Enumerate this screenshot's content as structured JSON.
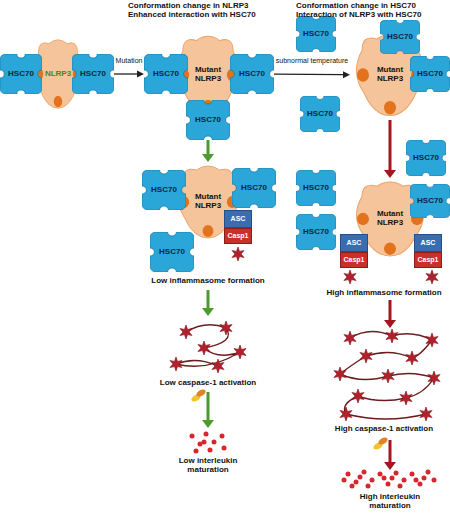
{
  "diagram": {
    "nodes": [
      {
        "text": [
          "HSC70"
        ]
      },
      {
        "text": [
          "NLRP3"
        ]
      },
      {
        "text": [
          "HSC70"
        ]
      },
      {
        "text": [
          "HSC70"
        ]
      },
      {
        "text": [
          "Mutant NLRP3"
        ]
      },
      {
        "text": [
          "HSC70"
        ]
      },
      {
        "text": [
          "HSC70"
        ]
      },
      {
        "text": [
          "HSC70"
        ]
      },
      {
        "text": [
          "HSC70"
        ]
      },
      {
        "text": [
          "HSC70"
        ]
      },
      {
        "text": [
          "Mutant NLRP3"
        ]
      },
      {
        "text": [
          "HSC70"
        ]
      },
      {
        "text": [
          "HSC70"
        ]
      },
      {
        "text": [
          "Mutant NLRP3"
        ]
      },
      {
        "text": [
          "HSC70"
        ]
      },
      {
        "text": [
          "HSC70"
        ]
      },
      {
        "text": [
          "ASC"
        ]
      },
      {
        "text": [
          "Casp1"
        ]
      },
      {
        "text": [
          "HSC70"
        ]
      },
      {
        "text": [
          "HSC70"
        ]
      },
      {
        "text": [
          "HSC70"
        ]
      },
      {
        "text": [
          "HSC70"
        ]
      },
      {
        "text": [
          "Mutant NLRP3"
        ]
      },
      {
        "text": [
          "ASC"
        ]
      },
      {
        "text": [
          "Casp1"
        ]
      },
      {
        "text": [
          "ASC"
        ]
      },
      {
        "text": [
          "Casp1"
        ]
      }
    ],
    "edges": [
      {
        "from": 2,
        "to": 3,
        "label": "Mutation",
        "arrow": "to"
      },
      {
        "from": 5,
        "to": 10,
        "label": "subnormal temperature",
        "arrow": "to"
      },
      {
        "from": 6,
        "to": 13,
        "arrow": "to"
      },
      {
        "from": 10,
        "to": 22,
        "arrow": "to"
      }
    ],
    "labels": [
      "Conformation change in NLRP3",
      "Enhanced interaction with HSC70",
      "Conformation change in HSC70",
      "Interaction of NLRP3 with HSC70",
      "Low inflammasome formation",
      "Low caspase-1 activation",
      "Low interleukin maturation",
      "High inflammasome formation",
      "High caspase-1 activation",
      "High interleukin maturation"
    ]
  }
}
